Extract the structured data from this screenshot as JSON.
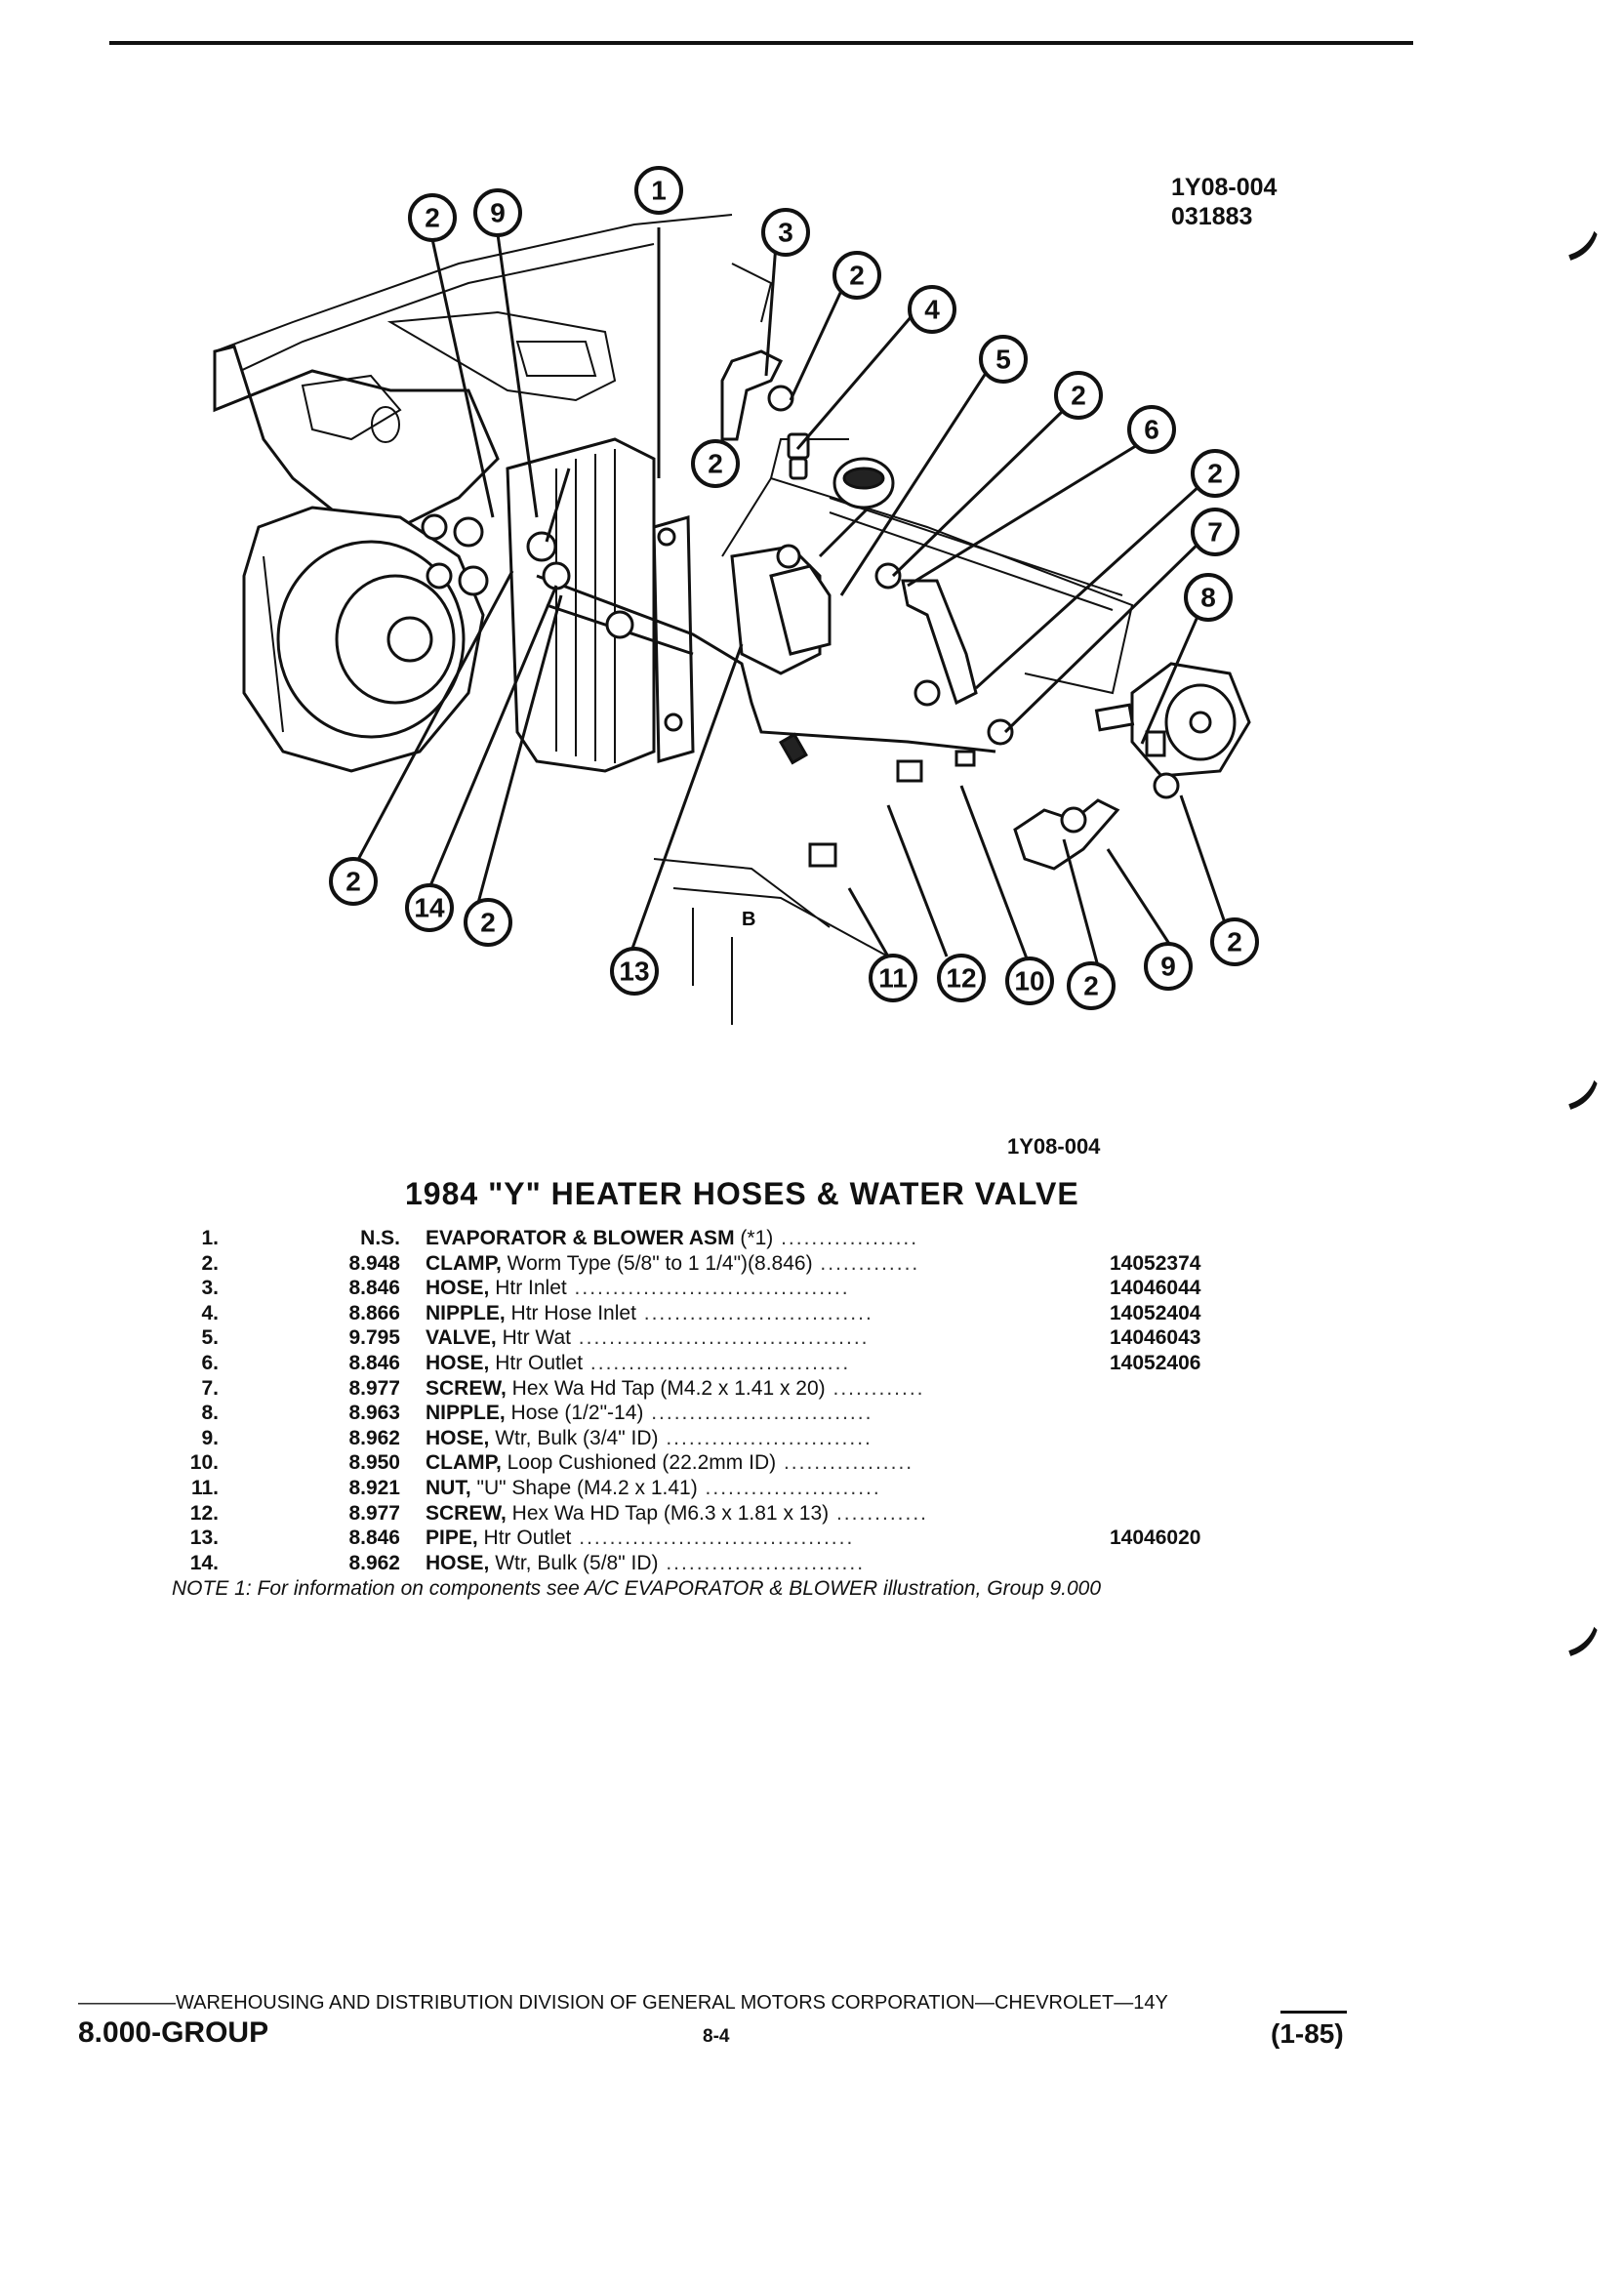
{
  "diagram": {
    "ref_code_top": "1Y08-004",
    "ref_date_top": "031883",
    "ref_code_bottom": "1Y08-004",
    "callouts": [
      {
        "label": "1"
      },
      {
        "label": "2"
      },
      {
        "label": "9"
      },
      {
        "label": "3"
      },
      {
        "label": "2"
      },
      {
        "label": "4"
      },
      {
        "label": "5"
      },
      {
        "label": "2"
      },
      {
        "label": "6"
      },
      {
        "label": "2"
      },
      {
        "label": "7"
      },
      {
        "label": "8"
      },
      {
        "label": "2"
      },
      {
        "label": "2"
      },
      {
        "label": "14"
      },
      {
        "label": "2"
      },
      {
        "label": "13"
      },
      {
        "label": "11"
      },
      {
        "label": "12"
      },
      {
        "label": "10"
      },
      {
        "label": "2"
      },
      {
        "label": "9"
      },
      {
        "label": "2"
      }
    ],
    "reference_letter": "B"
  },
  "title": "1984 \"Y\" HEATER HOSES & WATER VALVE",
  "parts": [
    {
      "num": "1.",
      "group": "N.S.",
      "name": "EVAPORATOR & BLOWER ASM",
      "spec": " (*1)",
      "dots": " ..................",
      "part_no": ""
    },
    {
      "num": "2.",
      "group": "8.948",
      "name": "CLAMP,",
      "spec": " Worm Type (5/8\" to 1 1/4\")(8.846)",
      "dots": " .............",
      "part_no": "14052374"
    },
    {
      "num": "3.",
      "group": "8.846",
      "name": "HOSE,",
      "spec": " Htr Inlet",
      "dots": " ....................................",
      "part_no": "14046044"
    },
    {
      "num": "4.",
      "group": "8.866",
      "name": "NIPPLE,",
      "spec": " Htr Hose Inlet",
      "dots": " ..............................",
      "part_no": "14052404"
    },
    {
      "num": "5.",
      "group": "9.795",
      "name": "VALVE,",
      "spec": " Htr Wat",
      "dots": " ......................................",
      "part_no": "14046043"
    },
    {
      "num": "6.",
      "group": "8.846",
      "name": "HOSE,",
      "spec": " Htr Outlet",
      "dots": " ..................................",
      "part_no": "14052406"
    },
    {
      "num": "7.",
      "group": "8.977",
      "name": "SCREW,",
      "spec": " Hex Wa Hd Tap (M4.2 x 1.41 x 20)",
      "dots": " ............",
      "part_no": ""
    },
    {
      "num": "8.",
      "group": "8.963",
      "name": "NIPPLE,",
      "spec": " Hose (1/2\"-14)",
      "dots": " .............................",
      "part_no": ""
    },
    {
      "num": "9.",
      "group": "8.962",
      "name": "HOSE,",
      "spec": " Wtr, Bulk (3/4\" ID)",
      "dots": " ...........................",
      "part_no": ""
    },
    {
      "num": "10.",
      "group": "8.950",
      "name": "CLAMP,",
      "spec": " Loop Cushioned (22.2mm ID)",
      "dots": " .................",
      "part_no": ""
    },
    {
      "num": "11.",
      "group": "8.921",
      "name": "NUT,",
      "spec": " \"U\" Shape (M4.2 x 1.41)",
      "dots": " .......................",
      "part_no": ""
    },
    {
      "num": "12.",
      "group": "8.977",
      "name": "SCREW,",
      "spec": " Hex Wa HD Tap (M6.3 x 1.81 x 13)",
      "dots": " ............",
      "part_no": ""
    },
    {
      "num": "13.",
      "group": "8.846",
      "name": "PIPE,",
      "spec": " Htr Outlet",
      "dots": " ....................................",
      "part_no": "14046020"
    },
    {
      "num": "14.",
      "group": "8.962",
      "name": "HOSE,",
      "spec": " Wtr, Bulk (5/8\" ID)",
      "dots": " ..........................",
      "part_no": ""
    }
  ],
  "note": "NOTE 1: For information on components see A/C EVAPORATOR & BLOWER illustration, Group 9.000",
  "footer": {
    "division_line": "—————WAREHOUSING AND DISTRIBUTION DIVISION OF GENERAL MOTORS CORPORATION—CHEVROLET—14Y",
    "group": "8.000-GROUP",
    "page": "8-4",
    "date": "(1-85)"
  }
}
